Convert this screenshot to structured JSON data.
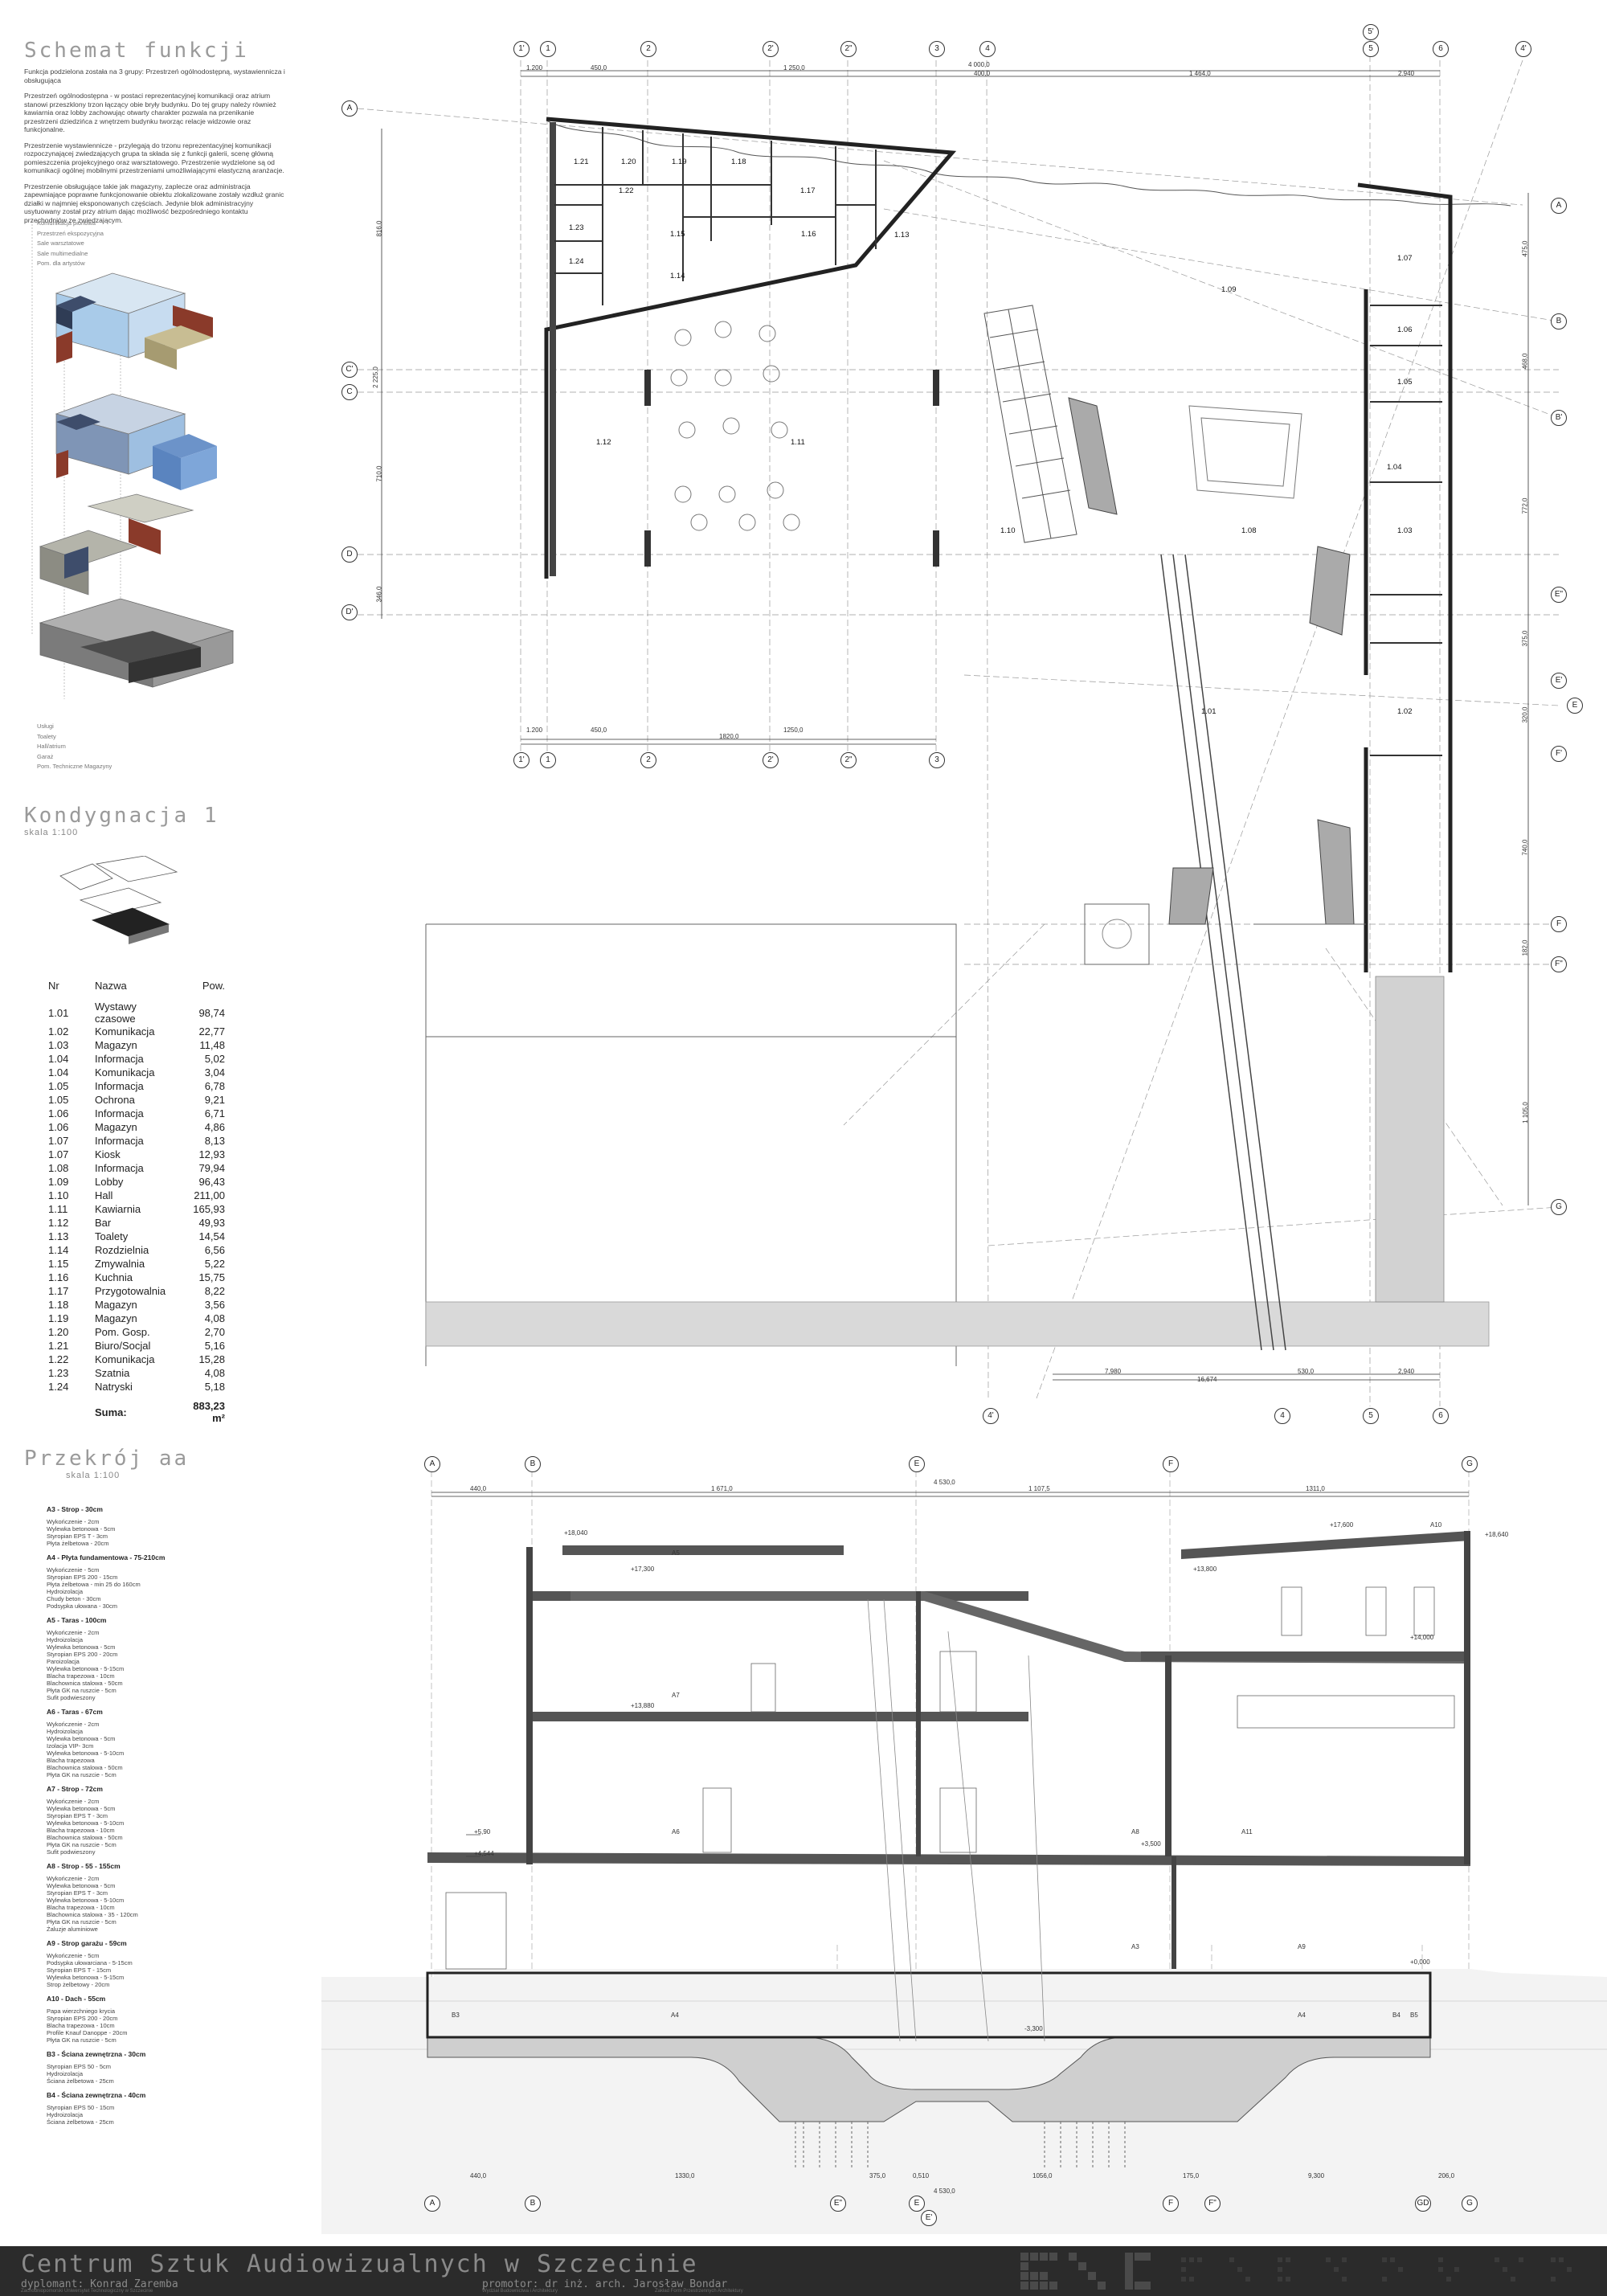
{
  "schemat": {
    "title": "Schemat funkcji",
    "paragraphs": [
      "Funkcja podzielona została na 3 grupy: Przestrzeń ogólnodostępną, wystawiennicza i obsługująca",
      "Przestrzeń ogólnodostępna - w postaci reprezentacyjnej komunikacji oraz atrium stanowi przeszklony trzon łączący obie bryły budynku. Do tej grupy należy również kawiarnia oraz lobby zachowując otwarty charakter pozwala na przenikanie przestrzeni dziedzińca z wnętrzem budynku tworząc relacje widzowie oraz funkcjonalne.",
      "Przestrzenie wystawiennicze - przylegają do trzonu reprezentacyjnej komunikacji rozpoczynającej zwiedzających grupa ta składa się z funkcji galerii, scenę główną pomieszczenia projekcyjnego oraz warsztatowego. Przestrzenie wydzielone są od komunikacji ogólnej mobilnymi przestrzeniami umożliwiającymi elastyczną aranżacje.",
      "Przestrzenie obsługujące takie jak magazyny, zaplecze oraz administracja zapewniające poprawne funkcjonowanie obiektu zlokalizowane zostały wzdłuż granic działki w najmniej eksponowanych częściach. Jedynie blok administracyjny usytuowany został przy atrium dając możliwość bezpośredniego kontaktu przechodniów ze zwiedzającym."
    ],
    "legend_top": [
      "Komunikacja pionowa",
      "Przestrzeń ekspozycyjna",
      "Sale warsztatowe",
      "Sale multimedialne",
      "Pom. dla artystów"
    ],
    "legend_bottom": [
      "Usługi",
      "Toalety",
      "Hall/atrium",
      "Garaż",
      "Pom. Techniczne Magazyny"
    ]
  },
  "kondygnacja": {
    "title": "Kondygnacja 1",
    "scale": "skala 1:100",
    "table_headers": [
      "Nr",
      "Nazwa",
      "Pow."
    ],
    "rooms": [
      {
        "nr": "1.01",
        "name": "Wystawy czasowe",
        "area": "98,74"
      },
      {
        "nr": "1.02",
        "name": "Komunikacja",
        "area": "22,77"
      },
      {
        "nr": "1.03",
        "name": "Magazyn",
        "area": "11,48"
      },
      {
        "nr": "1.04",
        "name": "Informacja",
        "area": "5,02"
      },
      {
        "nr": "1.04",
        "name": "Komunikacja",
        "area": "3,04"
      },
      {
        "nr": "1.05",
        "name": "Informacja",
        "area": "6,78"
      },
      {
        "nr": "1.05",
        "name": "Ochrona",
        "area": "9,21"
      },
      {
        "nr": "1.06",
        "name": "Informacja",
        "area": "6,71"
      },
      {
        "nr": "1.06",
        "name": "Magazyn",
        "area": "4,86"
      },
      {
        "nr": "1.07",
        "name": "Informacja",
        "area": "8,13"
      },
      {
        "nr": "1.07",
        "name": "Kiosk",
        "area": "12,93"
      },
      {
        "nr": "1.08",
        "name": "Informacja",
        "area": "79,94"
      },
      {
        "nr": "1.09",
        "name": "Lobby",
        "area": "96,43"
      },
      {
        "nr": "1.10",
        "name": "Hall",
        "area": "211,00"
      },
      {
        "nr": "1.11",
        "name": "Kawiarnia",
        "area": "165,93"
      },
      {
        "nr": "1.12",
        "name": "Bar",
        "area": "49,93"
      },
      {
        "nr": "1.13",
        "name": "Toalety",
        "area": "14,54"
      },
      {
        "nr": "1.14",
        "name": "Rozdzielnia",
        "area": "6,56"
      },
      {
        "nr": "1.15",
        "name": "Zmywalnia",
        "area": "5,22"
      },
      {
        "nr": "1.16",
        "name": "Kuchnia",
        "area": "15,75"
      },
      {
        "nr": "1.17",
        "name": "Przygotowalnia",
        "area": "8,22"
      },
      {
        "nr": "1.18",
        "name": "Magazyn",
        "area": "3,56"
      },
      {
        "nr": "1.19",
        "name": "Magazyn",
        "area": "4,08"
      },
      {
        "nr": "1.20",
        "name": "Pom. Gosp.",
        "area": "2,70"
      },
      {
        "nr": "1.21",
        "name": "Biuro/Socjal",
        "area": "5,16"
      },
      {
        "nr": "1.22",
        "name": "Komunikacja",
        "area": "15,28"
      },
      {
        "nr": "1.23",
        "name": "Szatnia",
        "area": "4,08"
      },
      {
        "nr": "1.24",
        "name": "Natryski",
        "area": "5,18"
      }
    ],
    "total_label": "Suma:",
    "total_value": "883,23 m²"
  },
  "przekroj": {
    "title": "Przekrój aa",
    "scale": "skala 1:100",
    "materials": [
      {
        "code": "A3 - Strop - 30cm",
        "lines": [
          "Wykończenie - 2cm",
          "Wylewka betonowa - 5cm",
          "Styropian EPS T - 3cm",
          "Płyta żelbetowa - 20cm"
        ]
      },
      {
        "code": "A4 - Płyta fundamentowa - 75-210cm",
        "lines": [
          "Wykończenie - 5cm",
          "Styropian EPS 200 - 15cm",
          "Płyta żelbetowa - min 25 do 160cm",
          "Hydroizolacja",
          "Chudy beton - 30cm",
          "Podsypka ułowana - 30cm"
        ]
      },
      {
        "code": "A5 - Taras - 100cm",
        "lines": [
          "Wykończenie - 2cm",
          "Hydroizolacja",
          "Wylewka betonowa - 5cm",
          "Styropian EPS 200 - 20cm",
          "Paroizolacja",
          "Wylewka betonowa - 5-15cm",
          "Blacha trapezowa - 10cm",
          "Blachownica stalowa - 50cm",
          "Płyta GK na ruszcie - 5cm",
          "Sufit podwieszony"
        ]
      },
      {
        "code": "A6 - Taras - 67cm",
        "lines": [
          "Wykończenie - 2cm",
          "Hydroizolacja",
          "Wylewka betonowa - 5cm",
          "Izolacja VIP- 3cm",
          "Wylewka betonowa - 5-10cm",
          "Blacha trapezowa",
          "Blachownica stalowa - 50cm",
          "Płyta GK na ruszcie - 5cm"
        ]
      },
      {
        "code": "A7 - Strop - 72cm",
        "lines": [
          "Wykończenie - 2cm",
          "Wylewka betonowa - 5cm",
          "Styropian EPS T - 3cm",
          "Wylewka betonowa - 5-10cm",
          "Blacha trapezowa - 10cm",
          "Blachownica stalowa - 50cm",
          "Płyta GK na ruszcie - 5cm",
          "Sufit podwieszony"
        ]
      },
      {
        "code": "A8 - Strop - 55 - 155cm",
        "lines": [
          "Wykończenie - 2cm",
          "Wylewka betonowa - 5cm",
          "Styropian EPS T - 3cm",
          "Wylewka betonowa - 5-10cm",
          "Blacha trapezowa - 10cm",
          "Blachownica stalowa - 35 - 120cm",
          "Płyta GK na ruszcie - 5cm",
          "Żaluzje aluminiowe"
        ]
      },
      {
        "code": "A9 - Strop garażu - 59cm",
        "lines": [
          "Wykończenie - 5cm",
          "Podsypka ułowarciana - 5-15cm",
          "Styropian EPS T - 15cm",
          "Wylewka betonowa - 5-15cm",
          "Strop żelbetowy - 20cm"
        ]
      },
      {
        "code": "A10 - Dach - 55cm",
        "lines": [
          "Papa wierzchniego krycia",
          "Styropian EPS 200 - 20cm",
          "Blacha trapezowa - 10cm",
          "Profile Knauf Danoppe - 20cm",
          "Płyta GK na ruszcie - 5cm"
        ]
      },
      {
        "code": "B3 - Ściana zewnętrzna - 30cm",
        "lines": [
          "Styropian EPS 50 - 5cm",
          "Hydroizolacja",
          "Ściana żelbetowa - 25cm"
        ]
      },
      {
        "code": "B4 - Ściana zewnętrzna - 40cm",
        "lines": [
          "Styropian EPS 50 - 15cm",
          "Hydroizolacja",
          "Ściana żelbetowa - 25cm"
        ]
      }
    ]
  },
  "plan": {
    "top_axes": [
      "1'",
      "1",
      "2",
      "2'",
      "2\"",
      "3",
      "4",
      "5",
      "5'",
      "6",
      "4'"
    ],
    "bottom_axes": [
      "1'",
      "1",
      "2",
      "2'",
      "2\"",
      "3"
    ],
    "row_axes_left": [
      "A",
      "C'",
      "C",
      "D",
      "D'"
    ],
    "row_axes_right": [
      "A",
      "B",
      "B'",
      "E\"",
      "E'",
      "E",
      "F'",
      "F",
      "F\"",
      "G"
    ],
    "bottom_right_axes": [
      "4'",
      "4",
      "5",
      "6"
    ],
    "top_dims": [
      "1.200",
      "450,0",
      "1 250,0",
      "400,0",
      "4 000,0",
      "1 464,0",
      "2.940"
    ],
    "bottom_dims": [
      "1.200",
      "450,0",
      "1820,0",
      "1250,0"
    ],
    "bottom_right_dims": [
      "7,980",
      "16,674",
      "530,0",
      "2,940"
    ],
    "left_dims": [
      "816,0",
      "2 225,0",
      "710,0",
      "346,0"
    ],
    "right_dims": [
      "475,0",
      "468,0",
      "772,0",
      "375,0",
      "320,0",
      "740,0",
      "182,0",
      "1 105,0"
    ],
    "rooms": [
      "1.21",
      "1.20",
      "1.19",
      "1.18",
      "1.17",
      "1.22",
      "1.23",
      "1.15",
      "1.16",
      "1.13",
      "1.24",
      "1.14",
      "1.12",
      "1.11",
      "1.10",
      "1.09",
      "1.08",
      "1.07",
      "1.06",
      "1.05",
      "1.04",
      "1.03",
      "1.02",
      "1.01"
    ]
  },
  "section": {
    "top_axes": [
      "A",
      "B",
      "E",
      "F",
      "G"
    ],
    "bottom_axes": [
      "A",
      "B",
      "E\"",
      "E",
      "F",
      "F\"",
      "GD",
      "G"
    ],
    "extra_axis": "E'",
    "top_dims": [
      "440,0",
      "1 671,0",
      "4 530,0",
      "1 107,5",
      "1311,0"
    ],
    "bottom_dims": [
      "440,0",
      "1330,0",
      "375,0",
      "0,510",
      "1056,0",
      "175,0",
      "9,300",
      "206,0"
    ],
    "bottom_total": "4 530,0",
    "tags": [
      "A5",
      "A10",
      "A7",
      "A6",
      "A8",
      "A11",
      "A3",
      "A9",
      "B3",
      "A4",
      "A4",
      "B4",
      "B5"
    ],
    "levels": [
      "+18,040",
      "+17,300",
      "+13,880",
      "+13,800",
      "+14,000",
      "+5,90",
      "+4,544",
      "+3,500",
      "+0,000",
      "-3,300",
      "+18,640",
      "+17,600"
    ]
  },
  "footer": {
    "title": "Centrum Sztuk Audiowizualnych w Szczecinie",
    "diplomant_label": "dyplomant: Konrad Zaremba",
    "diplomant_sub": "Zachodniopomorski Uniwersytet Technologiczny w Szczecinie",
    "promotor_label": "promotor: dr inż. arch. Jarosław Bondar",
    "promotor_sub": "Wydział Budownictwa i Architektury",
    "promotor_sub2": "Zakład Form Przestrzennych Architektury"
  },
  "colors": {
    "title_gray": "#9a9a9a",
    "footer_bg": "#2b2b2b",
    "footer_text": "#8a8a8a",
    "wall": "#333333",
    "ground": "#d9d9d9",
    "exhibit": "#9fc6ea",
    "brick": "#8a3a2a",
    "dark_block": "#3e4d6b"
  }
}
